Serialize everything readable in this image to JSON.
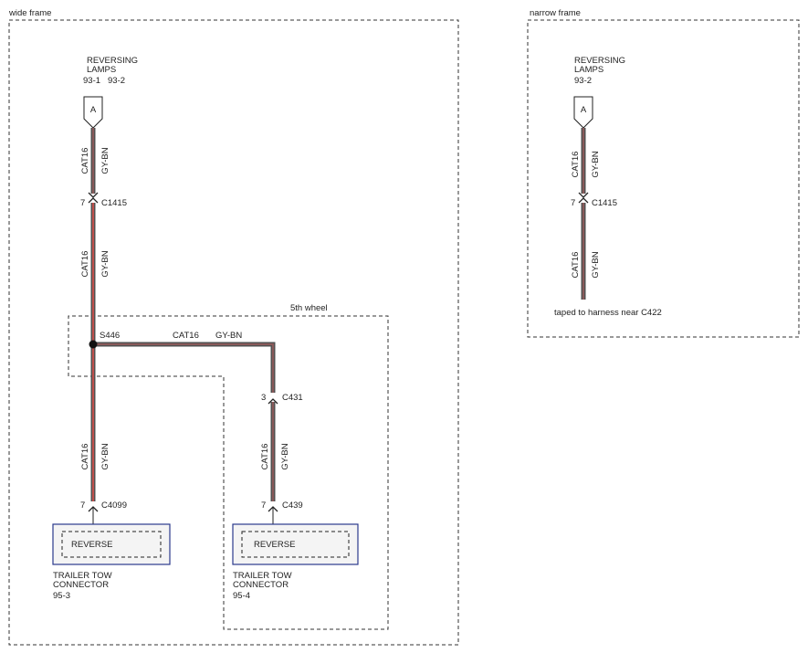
{
  "frames": {
    "wide": {
      "label": "wide frame"
    },
    "narrow": {
      "label": "narrow frame"
    },
    "fifth_wheel": {
      "label": "5th wheel"
    }
  },
  "wide": {
    "source": {
      "line1": "REVERSING",
      "line2": "LAMPS",
      "ref1": "93-1",
      "ref2": "93-2",
      "pin": "A"
    },
    "wire_top": {
      "gauge": "CAT16",
      "color": "GY-BN"
    },
    "c1415": {
      "pin": "7",
      "name": "C1415"
    },
    "wire_mid": {
      "gauge": "CAT16",
      "color": "GY-BN"
    },
    "splice": {
      "name": "S446"
    },
    "wire_branch": {
      "gauge": "CAT16",
      "color": "GY-BN"
    },
    "c431": {
      "pin": "3",
      "name": "C431"
    },
    "wire_branch_low": {
      "gauge": "CAT16",
      "color": "GY-BN"
    },
    "c439": {
      "pin": "7",
      "name": "C439"
    },
    "wire_low": {
      "gauge": "CAT16",
      "color": "GY-BN"
    },
    "c4099": {
      "pin": "7",
      "name": "C4099"
    },
    "comp1": {
      "label": "REVERSE",
      "name1": "TRAILER TOW",
      "name2": "CONNECTOR",
      "ref": "95-3"
    },
    "comp2": {
      "label": "REVERSE",
      "name1": "TRAILER TOW",
      "name2": "CONNECTOR",
      "ref": "95-4"
    }
  },
  "narrow": {
    "source": {
      "line1": "REVERSING",
      "line2": "LAMPS",
      "ref": "93-2",
      "pin": "A"
    },
    "wire_top": {
      "gauge": "CAT16",
      "color": "GY-BN"
    },
    "c1415": {
      "pin": "7",
      "name": "C1415"
    },
    "wire_low": {
      "gauge": "CAT16",
      "color": "GY-BN"
    },
    "note": "taped to harness near C422"
  }
}
